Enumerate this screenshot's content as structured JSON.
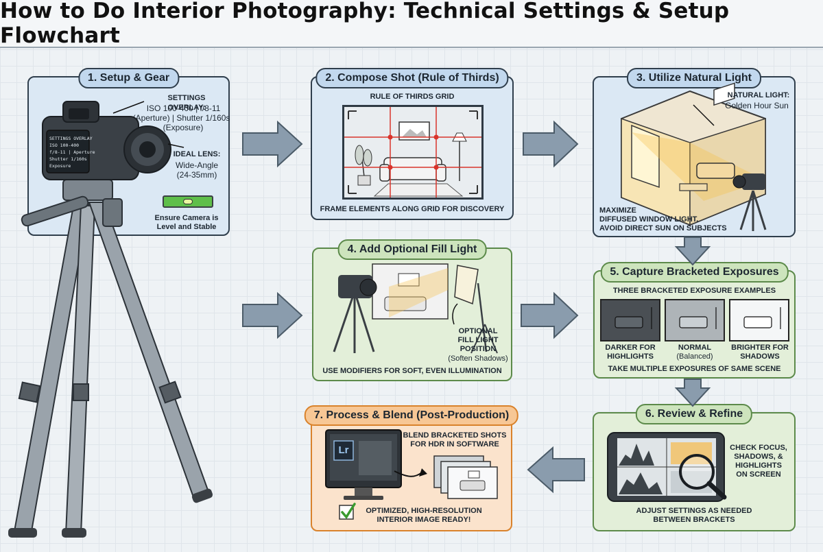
{
  "title": "How to Do Interior Photography: Technical Settings & Setup Flowchart",
  "steps": {
    "s1": {
      "label": "1. Setup & Gear",
      "settings_title": "SETTINGS OVERLAY:",
      "settings_line1": "ISO 100-400 | f/8-11",
      "settings_line2": "(Aperture) | Shutter 1/160s",
      "settings_line3": "(Exposure)",
      "lens_title": "IDEAL LENS:",
      "lens_line1": "Wide-Angle",
      "lens_line2": "(24-35mm)",
      "level_line1": "Ensure Camera is",
      "level_line2": "Level and Stable",
      "screen_lines": [
        "SETTINGS OVERLAY",
        "ISO 100-400",
        "f/8-11 | Aperture",
        "Shutter 1/160s",
        "Exposure"
      ]
    },
    "s2": {
      "label": "2. Compose Shot (Rule of Thirds)",
      "grid_title": "RULE OF THIRDS GRID",
      "caption": "FRAME ELEMENTS ALONG GRID FOR DISCOVERY"
    },
    "s3": {
      "label": "3. Utilize Natural Light",
      "light_title": "NATURAL LIGHT:",
      "light_sub": "Golden Hour Sun",
      "caption1": "MAXIMIZE",
      "caption2": "DIFFUSED WINDOW LIGHT.",
      "caption3": "AVOID DIRECT SUN ON SUBJECTS"
    },
    "s4": {
      "label": "4. Add Optional Fill Light",
      "fill1": "OPTIONAL",
      "fill2": "FILL LIGHT",
      "fill3": "POSITION",
      "fill4": "(Soften Shadows)",
      "caption": "USE MODIFIERS FOR SOFT, EVEN ILLUMINATION"
    },
    "s5": {
      "label": "5. Capture Bracketed Exposures",
      "heading": "THREE BRACKETED EXPOSURE EXAMPLES",
      "dark1": "DARKER FOR",
      "dark2": "HIGHLIGHTS",
      "normal1": "NORMAL",
      "normal2": "(Balanced)",
      "bright1": "BRIGHTER FOR",
      "bright2": "SHADOWS",
      "caption": "TAKE MULTIPLE EXPOSURES OF SAME SCENE"
    },
    "s6": {
      "label": "6. Review & Refine",
      "check1": "CHECK FOCUS,",
      "check2": "SHADOWS, &",
      "check3": "HIGHLIGHTS",
      "check4": "ON SCREEN",
      "caption1": "ADJUST SETTINGS AS NEEDED",
      "caption2": "BETWEEN BRACKETS"
    },
    "s7": {
      "label": "7. Process & Blend (Post-Production)",
      "blend1": "BLEND BRACKETED SHOTS",
      "blend2": "FOR HDR IN SOFTWARE",
      "app_logo": "Lr",
      "ready1": "OPTIMIZED, HIGH-RESOLUTION",
      "ready2": "INTERIOR IMAGE READY!"
    }
  },
  "colors": {
    "blue_panel": "#dbe8f4",
    "green_panel": "#e3efd9",
    "orange_panel": "#fbe3cc",
    "arrow": "#8a9cad",
    "grid_red": "#d9342b",
    "light_glow": "#f5c04a"
  }
}
